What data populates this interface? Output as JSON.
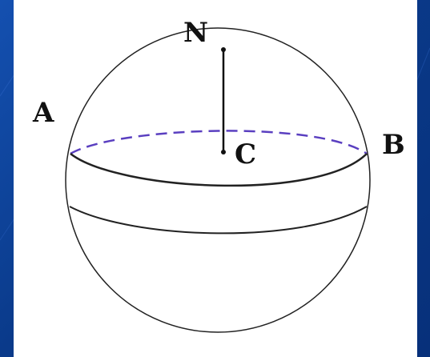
{
  "diagram": {
    "labels": {
      "north_pole": "N",
      "point_a": "A",
      "point_b": "B",
      "center": "C"
    },
    "colors": {
      "background": "#0a3a8a",
      "panel": "#ffffff",
      "stroke": "#222222",
      "dashed_arc": "#5a3fc0"
    }
  }
}
